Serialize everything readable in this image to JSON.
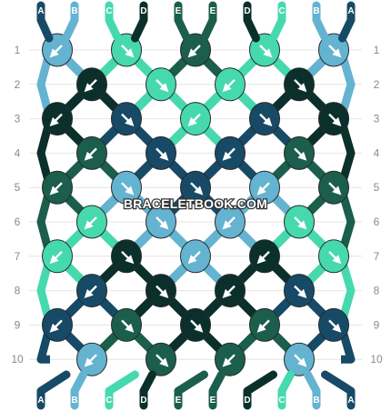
{
  "watermark": "BRACELETBOOK.COM",
  "colors": {
    "A": "#174a66",
    "B": "#64b3d1",
    "C": "#46d9ae",
    "D": "#0b302b",
    "E": "#1b5e4b"
  },
  "strands_top": [
    "A",
    "B",
    "C",
    "D",
    "E",
    "E",
    "D",
    "C",
    "B",
    "A"
  ],
  "strands_bottom": [
    "A",
    "B",
    "C",
    "D",
    "E",
    "E",
    "D",
    "C",
    "B",
    "A"
  ],
  "row_labels": [
    "1",
    "2",
    "3",
    "4",
    "5",
    "6",
    "7",
    "8",
    "9",
    "10"
  ],
  "knots": [
    [
      {
        "color": "B",
        "dir": "fl"
      },
      {
        "color": "C",
        "dir": "f"
      },
      {
        "color": "E",
        "dir": "fl"
      },
      {
        "color": "C",
        "dir": "f"
      },
      {
        "color": "B",
        "dir": "f"
      }
    ],
    [
      {
        "color": "D",
        "dir": "fl"
      },
      {
        "color": "C",
        "dir": "f"
      },
      {
        "color": "C",
        "dir": "fl"
      },
      {
        "color": "D",
        "dir": "f"
      }
    ],
    [
      {
        "color": "D",
        "dir": "fl"
      },
      {
        "color": "A",
        "dir": "f"
      },
      {
        "color": "C",
        "dir": "fl"
      },
      {
        "color": "A",
        "dir": "f"
      },
      {
        "color": "D",
        "dir": "f"
      }
    ],
    [
      {
        "color": "E",
        "dir": "fl"
      },
      {
        "color": "A",
        "dir": "f"
      },
      {
        "color": "A",
        "dir": "fl"
      },
      {
        "color": "E",
        "dir": "f"
      }
    ],
    [
      {
        "color": "E",
        "dir": "fl"
      },
      {
        "color": "B",
        "dir": "f"
      },
      {
        "color": "A",
        "dir": "f"
      },
      {
        "color": "B",
        "dir": "fl"
      },
      {
        "color": "E",
        "dir": "f"
      }
    ],
    [
      {
        "color": "C",
        "dir": "fl"
      },
      {
        "color": "B",
        "dir": "f"
      },
      {
        "color": "B",
        "dir": "fl"
      },
      {
        "color": "C",
        "dir": "f"
      }
    ],
    [
      {
        "color": "C",
        "dir": "fl"
      },
      {
        "color": "D",
        "dir": "f"
      },
      {
        "color": "B",
        "dir": "fl"
      },
      {
        "color": "D",
        "dir": "fl"
      },
      {
        "color": "C",
        "dir": "f"
      }
    ],
    [
      {
        "color": "A",
        "dir": "fl"
      },
      {
        "color": "D",
        "dir": "f"
      },
      {
        "color": "D",
        "dir": "fl"
      },
      {
        "color": "A",
        "dir": "f"
      }
    ],
    [
      {
        "color": "A",
        "dir": "fl"
      },
      {
        "color": "E",
        "dir": "f"
      },
      {
        "color": "D",
        "dir": "f"
      },
      {
        "color": "E",
        "dir": "fl"
      },
      {
        "color": "A",
        "dir": "f"
      }
    ],
    [
      {
        "color": "B",
        "dir": "fl"
      },
      {
        "color": "E",
        "dir": "f"
      },
      {
        "color": "E",
        "dir": "fl"
      },
      {
        "color": "B",
        "dir": "f"
      }
    ]
  ]
}
